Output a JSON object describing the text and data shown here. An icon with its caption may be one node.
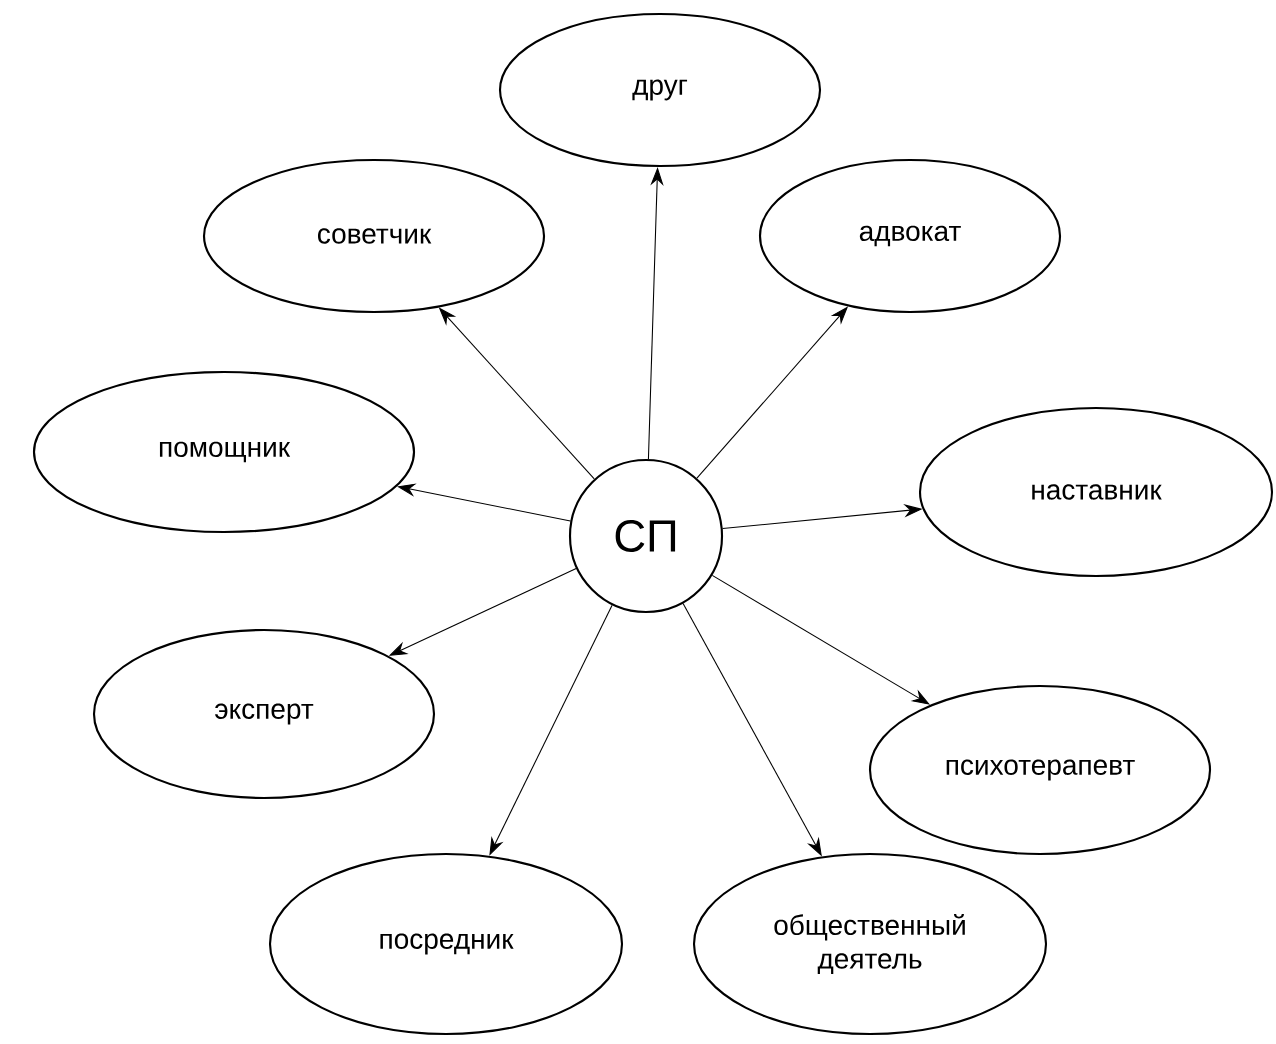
{
  "diagram": {
    "nodes": [
      {
        "text": [
          "СП"
        ]
      },
      {
        "text": [
          "друг"
        ]
      },
      {
        "text": [
          "советчик"
        ]
      },
      {
        "text": [
          "адвокат"
        ]
      },
      {
        "text": [
          "помощник"
        ]
      },
      {
        "text": [
          "наставник"
        ]
      },
      {
        "text": [
          "эксперт"
        ]
      },
      {
        "text": [
          "психотерапевт"
        ]
      },
      {
        "text": [
          "посредник"
        ]
      },
      {
        "text": [
          "общественный деятель"
        ]
      }
    ],
    "edges": [
      {
        "from": 0,
        "to": 1,
        "arrow": "to"
      },
      {
        "from": 0,
        "to": 2,
        "arrow": "to"
      },
      {
        "from": 0,
        "to": 3,
        "arrow": "to"
      },
      {
        "from": 0,
        "to": 4,
        "arrow": "to"
      },
      {
        "from": 0,
        "to": 5,
        "arrow": "to"
      },
      {
        "from": 0,
        "to": 6,
        "arrow": "to"
      },
      {
        "from": 0,
        "to": 7,
        "arrow": "to"
      },
      {
        "from": 0,
        "to": 8,
        "arrow": "to"
      },
      {
        "from": 0,
        "to": 9,
        "arrow": "to"
      }
    ]
  }
}
